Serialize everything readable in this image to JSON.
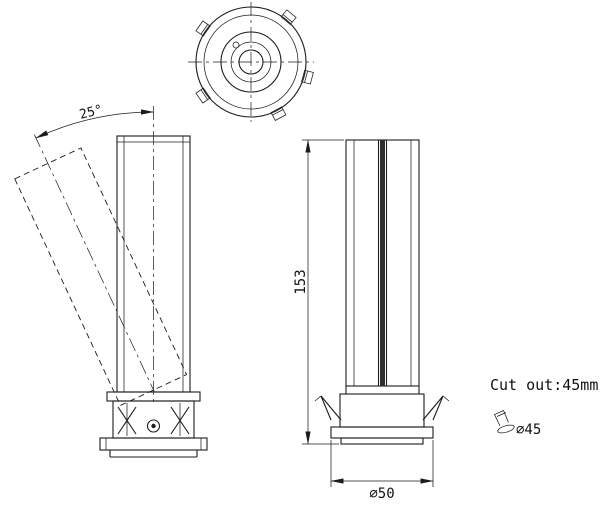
{
  "dimensions": {
    "tilt_angle": "25°",
    "height": "153",
    "base_diameter": "⌀50",
    "cutout_note": "Cut out:45mm",
    "cutout_diameter": "⌀45"
  }
}
